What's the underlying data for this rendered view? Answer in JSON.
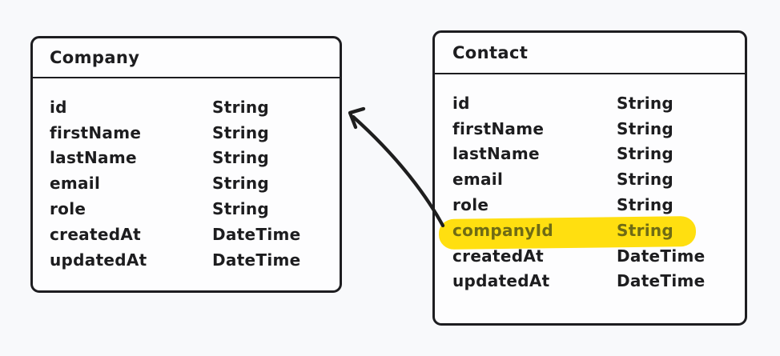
{
  "diagram": {
    "entities": [
      {
        "name": "Company",
        "fields": [
          {
            "name": "id",
            "type": "String"
          },
          {
            "name": "firstName",
            "type": "String"
          },
          {
            "name": "lastName",
            "type": "String"
          },
          {
            "name": "email",
            "type": "String"
          },
          {
            "name": "role",
            "type": "String"
          },
          {
            "name": "createdAt",
            "type": "DateTime"
          },
          {
            "name": "updatedAt",
            "type": "DateTime"
          }
        ]
      },
      {
        "name": "Contact",
        "fields": [
          {
            "name": "id",
            "type": "String"
          },
          {
            "name": "firstName",
            "type": "String"
          },
          {
            "name": "lastName",
            "type": "String"
          },
          {
            "name": "email",
            "type": "String"
          },
          {
            "name": "role",
            "type": "String"
          },
          {
            "name": "companyId",
            "type": "String",
            "highlighted": true
          },
          {
            "name": "createdAt",
            "type": "DateTime"
          },
          {
            "name": "updatedAt",
            "type": "DateTime"
          }
        ]
      }
    ],
    "arrow": {
      "from_entity": "Contact",
      "from_field": "companyId",
      "to_entity": "Company"
    }
  },
  "colors": {
    "background": "#f8f9fb",
    "box_fill": "#fdfdfe",
    "stroke": "#1d1d20",
    "text": "#1d1d1f",
    "highlight": "#ffdf10",
    "highlight_text": "#6f6b15",
    "arrow": "#1e1e1e"
  }
}
